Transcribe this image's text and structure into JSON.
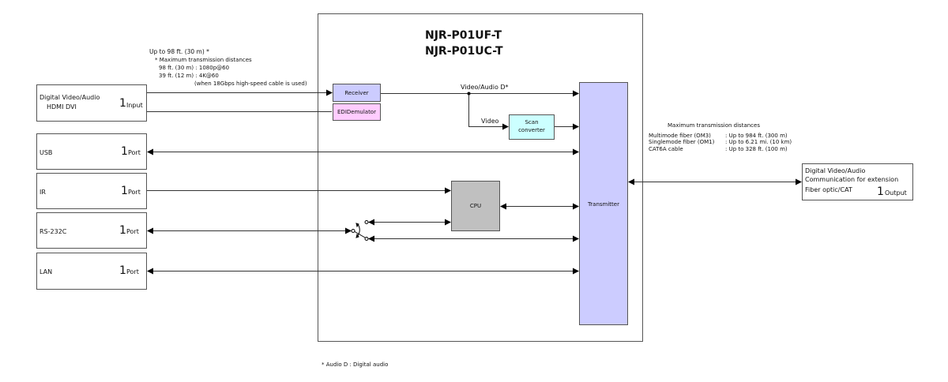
{
  "device": {
    "title_line1": "NJR-P01UF-T",
    "title_line2": "NJR-P01UC-T"
  },
  "input_note": {
    "headline": "Up to 98 ft. (30 m) *",
    "subtitle": "* Maximum transmission distances",
    "line1": "98 ft. (30 m) : 1080p@60",
    "line2": "39 ft. (12 m) : 4K@60",
    "line3": "(when 18Gbps high-speed cable is used)"
  },
  "ports_left": [
    {
      "name": "Digital Video/Audio",
      "sub": "HDMI  DVI",
      "count": "1",
      "unit": "Input"
    },
    {
      "name": "USB",
      "count": "1",
      "unit": "Port"
    },
    {
      "name": "IR",
      "count": "1",
      "unit": "Port"
    },
    {
      "name": "RS-232C",
      "count": "1",
      "unit": "Port"
    },
    {
      "name": "LAN",
      "count": "1",
      "unit": "Port"
    }
  ],
  "blocks": {
    "receiver": "Receiver",
    "edid": "EDIDemulator",
    "scan_line1": "Scan",
    "scan_line2": "converter",
    "cpu": "CPU",
    "transmitter": "Transmitter"
  },
  "signals": {
    "video_audio": "Video/Audio D*",
    "video": "Video"
  },
  "output_note": {
    "title": "Maximum transmission distances",
    "rows": [
      {
        "media": "Multimode fiber (OM3)",
        "value": ": Up to 984 ft. (300 m)"
      },
      {
        "media": "Singlemode fiber (OM1)",
        "value": ": Up to 6.21 mi. (10 km)"
      },
      {
        "media": "CAT6A cable",
        "value": ": Up to 328 ft. (100 m)"
      }
    ]
  },
  "output_port": {
    "line1": "Digital Video/Audio",
    "line2": "Communication for extension",
    "line3": "Fiber optic/CAT",
    "count": "1",
    "unit": "Output"
  },
  "footnote": "* Audio D : Digital  audio",
  "colors": {
    "receiver": "#ccccff",
    "edid": "#ffccff",
    "scan": "#ccffff",
    "cpu": "#c0c0c0",
    "transmitter": "#ccccff"
  }
}
